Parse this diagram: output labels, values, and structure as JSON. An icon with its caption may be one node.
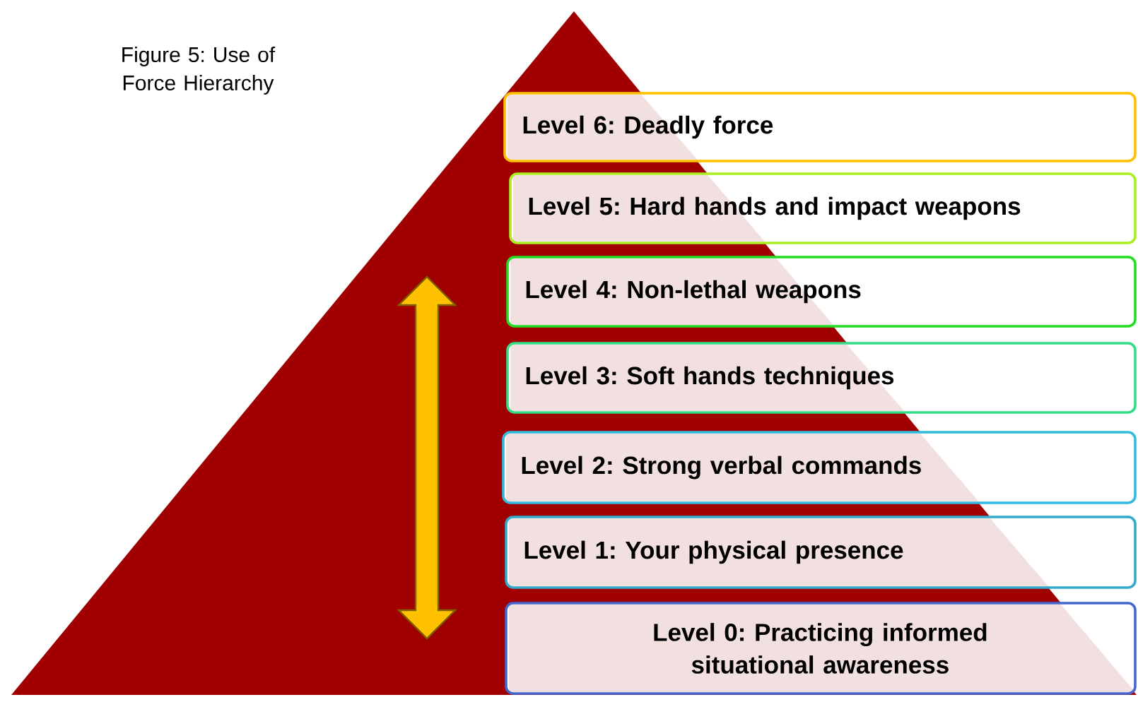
{
  "diagram": {
    "title": "Figure 5: Use of Force Hierarchy",
    "nodes": [
      {
        "text": [
          "Level 6: Deadly force"
        ]
      },
      {
        "text": [
          "Level 5: Hard hands and impact weapons"
        ]
      },
      {
        "text": [
          "Level 4: Non-lethal weapons"
        ]
      },
      {
        "text": [
          "Level 3: Soft hands techniques"
        ]
      },
      {
        "text": [
          "Level 2: Strong verbal commands"
        ]
      },
      {
        "text": [
          "Level 1: Your physical presence"
        ]
      },
      {
        "text": [
          "Level 0: Practicing informed situational awareness"
        ]
      }
    ]
  }
}
